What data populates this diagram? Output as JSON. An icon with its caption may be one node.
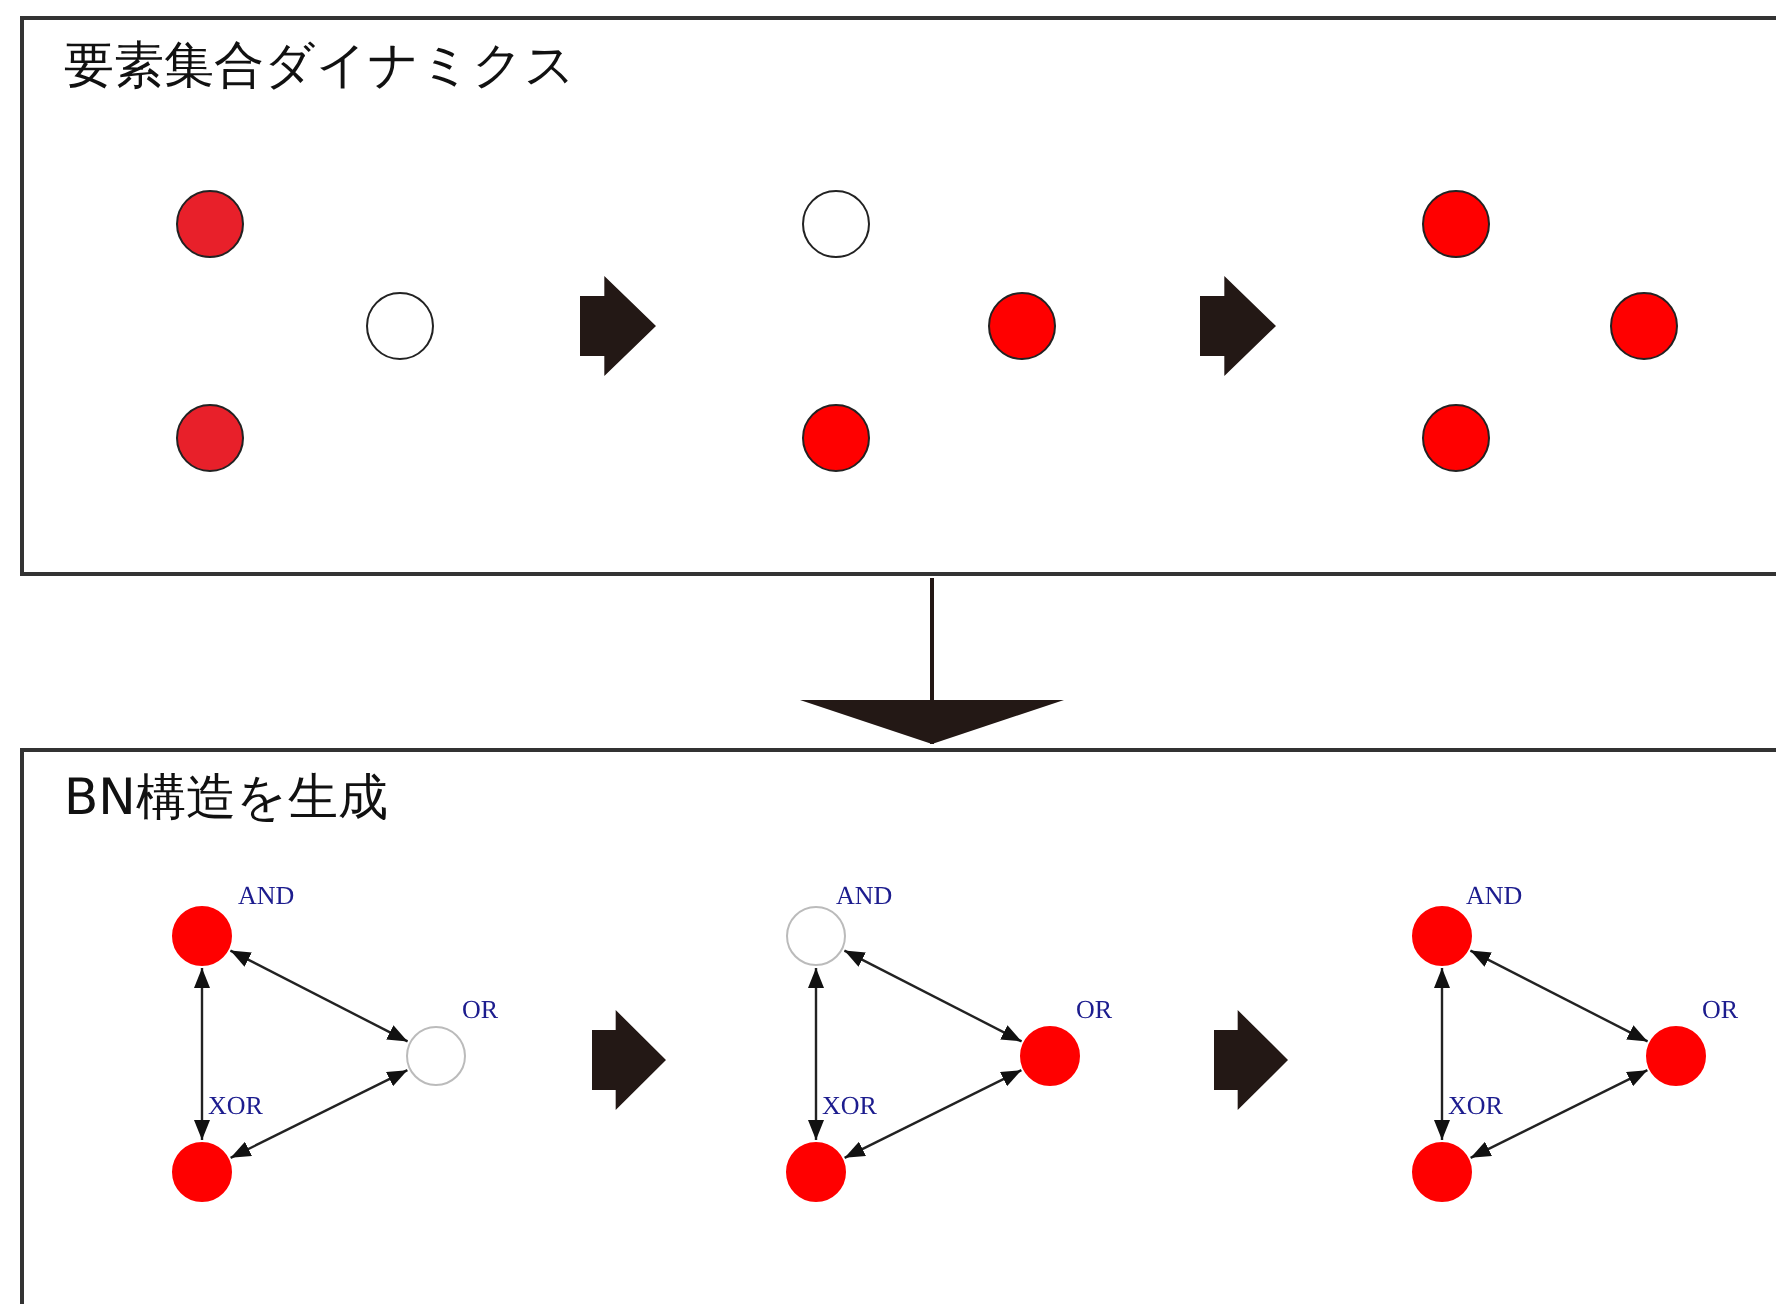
{
  "diagram": {
    "nodes": [
      {
        "text": [
          "要素集合ダイナミクス"
        ]
      },
      {
        "text": [],
        "shape": "circle",
        "in": 0
      },
      {
        "text": [],
        "shape": "circle",
        "in": 0
      },
      {
        "text": [],
        "shape": "circle",
        "in": 0
      },
      {
        "text": [],
        "shape": "circle",
        "in": 0
      },
      {
        "text": [],
        "shape": "circle",
        "in": 0
      },
      {
        "text": [],
        "shape": "circle",
        "in": 0
      },
      {
        "text": [],
        "shape": "circle",
        "in": 0
      },
      {
        "text": [],
        "shape": "circle",
        "in": 0
      },
      {
        "text": [],
        "shape": "circle",
        "in": 0
      },
      {
        "text": [
          "BN構造を生成"
        ]
      },
      {
        "text": [],
        "shape": "circle",
        "beside": [
          "AND"
        ],
        "in": 10
      },
      {
        "text": [],
        "shape": "circle",
        "beside": [
          "XOR"
        ],
        "in": 10
      },
      {
        "text": [],
        "shape": "circle",
        "beside": [
          "OR"
        ],
        "in": 10
      },
      {
        "text": [],
        "shape": "circle",
        "beside": [
          "AND"
        ],
        "in": 10
      },
      {
        "text": [],
        "shape": "circle",
        "beside": [
          "XOR"
        ],
        "in": 10
      },
      {
        "text": [],
        "shape": "circle",
        "beside": [
          "OR"
        ],
        "in": 10
      },
      {
        "text": [],
        "shape": "circle",
        "beside": [
          "AND"
        ],
        "in": 10
      },
      {
        "text": [],
        "shape": "circle",
        "beside": [
          "XOR"
        ],
        "in": 10
      },
      {
        "text": [],
        "shape": "circle",
        "beside": [
          "OR"
        ],
        "in": 10
      }
    ],
    "edges": [
      {
        "from": 0,
        "to": 10,
        "arrow": "to"
      },
      {
        "from": 11,
        "to": 13,
        "arrow": "both"
      },
      {
        "from": 11,
        "to": 12,
        "arrow": "both"
      },
      {
        "from": 12,
        "to": 13,
        "arrow": "both"
      },
      {
        "from": 14,
        "to": 16,
        "arrow": "both"
      },
      {
        "from": 14,
        "to": 15,
        "arrow": "both"
      },
      {
        "from": 15,
        "to": 16,
        "arrow": "both"
      },
      {
        "from": 17,
        "to": 19,
        "arrow": "both"
      },
      {
        "from": 17,
        "to": 18,
        "arrow": "both"
      },
      {
        "from": 18,
        "to": 19,
        "arrow": "both"
      }
    ]
  }
}
